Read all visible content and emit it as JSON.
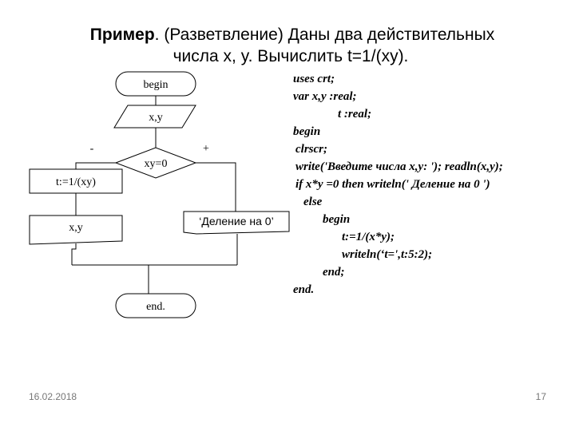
{
  "title": {
    "bold": "Пример",
    "rest_line1": ". (Разветвление) Даны два действительных",
    "line2": "числа x, y. Вычислить t=1/(xy)."
  },
  "flowchart": {
    "start": "begin",
    "input": "x,y",
    "condition": "xy=0",
    "no_label": "-",
    "yes_label": "+",
    "compute": "t:=1/(xy)",
    "output_result": "x,y",
    "output_error": "‘Деление на 0’",
    "end": "end."
  },
  "code_lines": [
    "uses crt;",
    "var x,y :real;",
    "t :real;",
    "begin",
    "clrscr;",
    "write('Введите числа x,y: '); readln(x,y);",
    "if x*y =0 then writeln(' Деление на 0 ')",
    "else",
    "begin",
    "t:=1/(x*y);",
    "writeln(‘t=',t:5:2);",
    "end;",
    "end."
  ],
  "footer": {
    "date": "16.02.2018",
    "page": "17"
  }
}
